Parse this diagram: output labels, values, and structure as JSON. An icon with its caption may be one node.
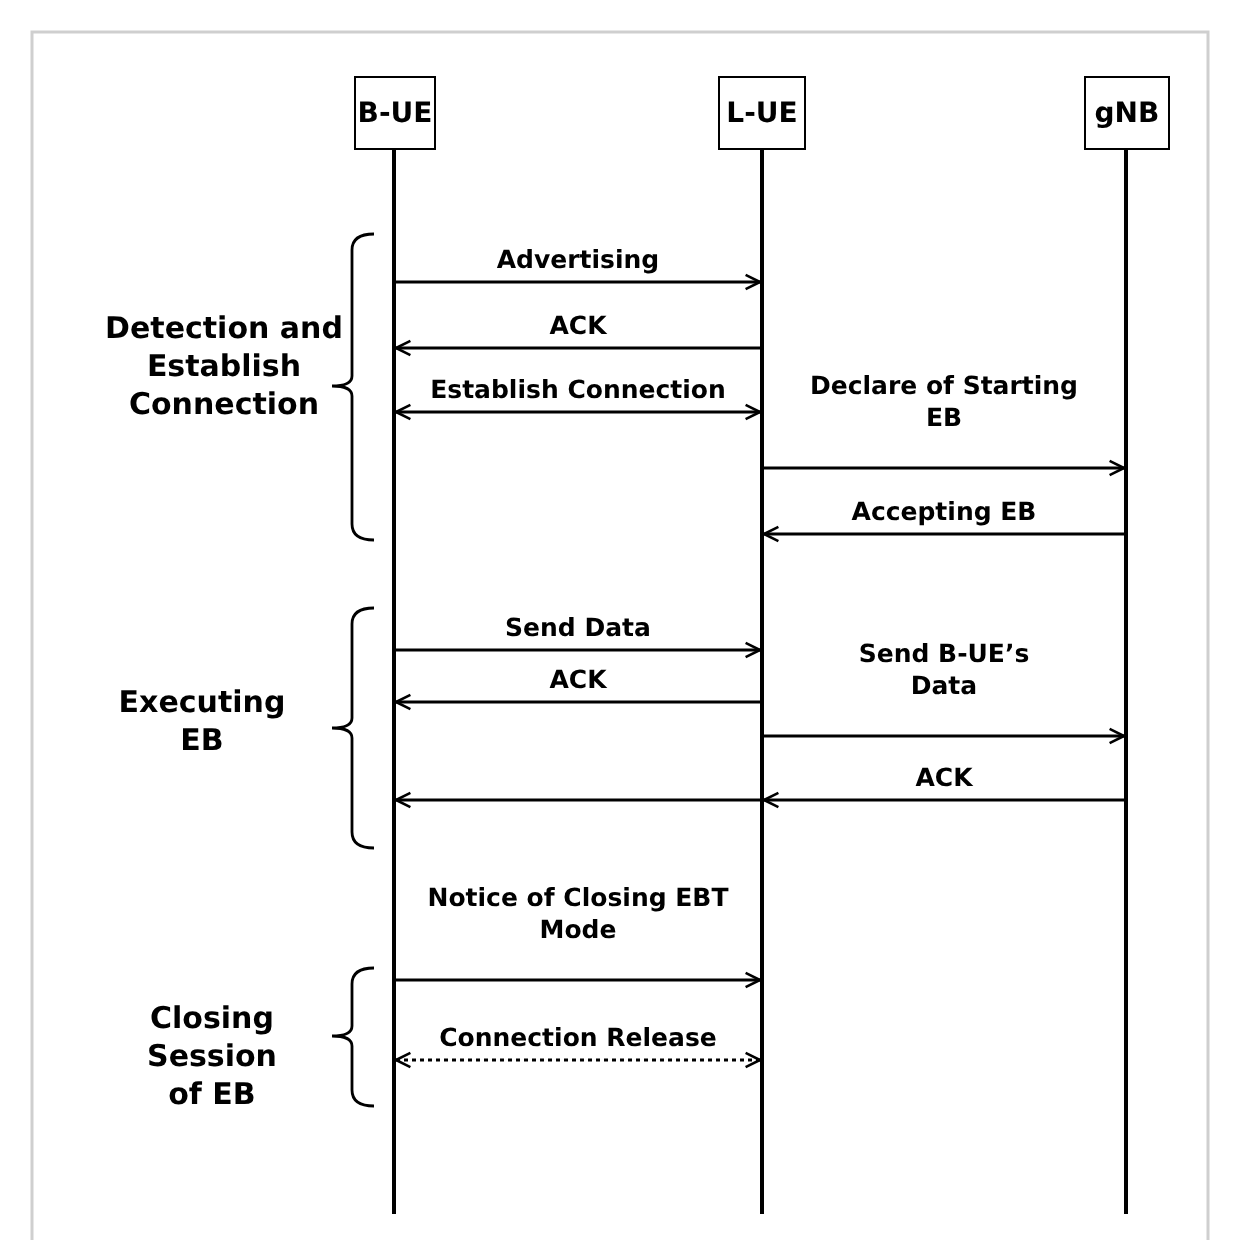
{
  "diagram": {
    "nodes": [
      {
        "text": [
          "B-UE"
        ]
      },
      {
        "text": [
          "L-UE"
        ]
      },
      {
        "text": [
          "gNB"
        ]
      },
      {
        "text": [],
        "shape": "bar"
      },
      {
        "text": [],
        "shape": "bar"
      },
      {
        "text": [],
        "shape": "bar"
      }
    ],
    "edges": [
      {
        "from": 3,
        "to": 4,
        "arrow": "to",
        "label": "Advertising"
      },
      {
        "from": 4,
        "to": 3,
        "arrow": "to",
        "label": "ACK"
      },
      {
        "from": 3,
        "to": 4,
        "arrow": "both",
        "label": "Establish Connection"
      },
      {
        "from": 4,
        "to": 5,
        "arrow": "to",
        "label": "Declare of Starting EB"
      },
      {
        "from": 5,
        "to": 4,
        "arrow": "to",
        "label": "Accepting EB"
      },
      {
        "from": 3,
        "to": 4,
        "arrow": "to",
        "label": "Send Data"
      },
      {
        "from": 4,
        "to": 3,
        "arrow": "to",
        "label": "ACK"
      },
      {
        "from": 4,
        "to": 5,
        "arrow": "to",
        "label": "Send B-UE’s Data"
      },
      {
        "from": 5,
        "to": 4,
        "arrow": "to",
        "label": "ACK"
      },
      {
        "from": 4,
        "to": 3,
        "arrow": "to"
      },
      {
        "from": 3,
        "to": 4,
        "arrow": "to",
        "label": "Notice of Closing EBT Mode"
      },
      {
        "from": 3,
        "to": 4,
        "arrow": "both",
        "label": "Connection Release",
        "style": "dashed"
      }
    ],
    "labels": [
      "Detection and Establish Connection",
      "Executing EB",
      "Closing Session of EB"
    ]
  }
}
